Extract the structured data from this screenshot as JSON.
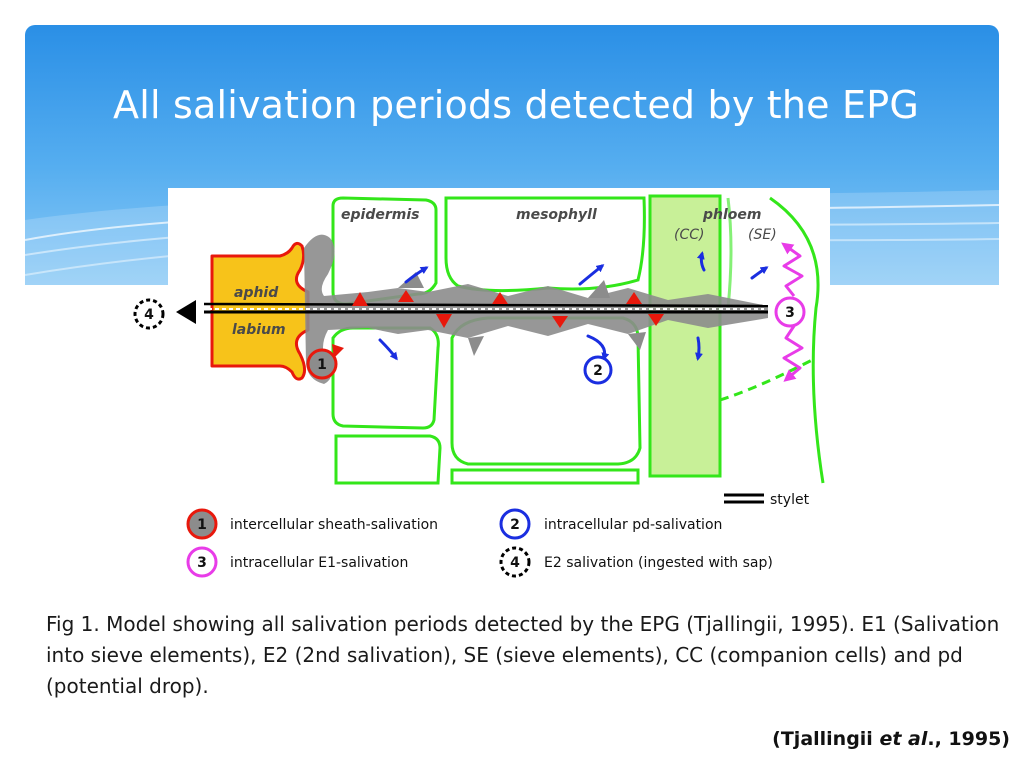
{
  "slide": {
    "title": "All salivation periods detected by the EPG",
    "caption": "Fig 1. Model showing all salivation periods detected by the EPG (Tjallingii, 1995). E1 (Salivation into sieve elements), E2 (2nd salivation), SE (sieve elements), CC (companion cells) and pd (potential drop).",
    "citation": {
      "open": "(Tjallingii ",
      "etal": "et al",
      "close": "., 1995)"
    }
  },
  "diagram": {
    "labels": {
      "epidermis": "epidermis",
      "mesophyll": "mesophyll",
      "phloem": "phloem",
      "cc": "(CC)",
      "se": "(SE)",
      "aphid": "aphid",
      "labium": "labium"
    },
    "markers": {
      "m1": "1",
      "m2": "2",
      "m3": "3",
      "m4": "4"
    },
    "legend": {
      "stylet": "stylet",
      "item1_num": "1",
      "item1_text": "intercellular sheath-salivation",
      "item2_num": "2",
      "item2_text": "intracellular pd-salivation",
      "item3_num": "3",
      "item3_text": "intracellular E1-salivation",
      "item4_num": "4",
      "item4_text": "E2 salivation (ingested with sap)"
    },
    "colors": {
      "cell_wall": "#33e61a",
      "phloem_fill": "#c8f098",
      "aphid_fill": "#f7c31a",
      "aphid_outline": "#e8180c",
      "sheath": "#8c8c8c",
      "salivation_red": "#e8180c",
      "arrow_blue": "#1a2ee0",
      "e1_magenta": "#e83ce8",
      "header_blue": "#2a8fe6"
    }
  }
}
